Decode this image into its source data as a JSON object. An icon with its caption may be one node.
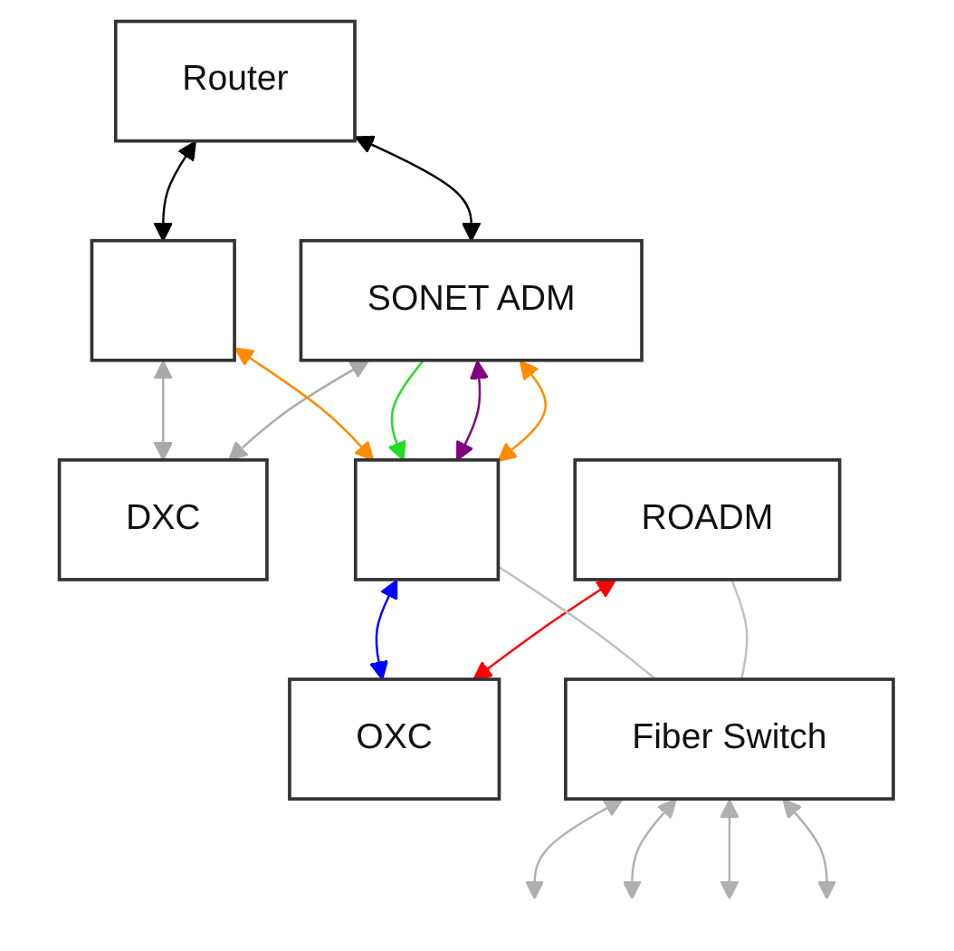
{
  "diagram": {
    "nodes": [
      {
        "text": [
          "Router"
        ]
      },
      {
        "text": [],
        "shape": "box"
      },
      {
        "text": [
          "SONET ADM"
        ]
      },
      {
        "text": [
          "DXC"
        ]
      },
      {
        "text": [],
        "shape": "box"
      },
      {
        "text": [
          "ROADM"
        ]
      },
      {
        "text": [
          "OXC"
        ]
      },
      {
        "text": [
          "Fiber Switch"
        ]
      }
    ],
    "edges": [
      {
        "from": 0,
        "to": 1,
        "arrow": "both",
        "color": "#000000"
      },
      {
        "from": 0,
        "to": 2,
        "arrow": "both",
        "color": "#000000"
      },
      {
        "from": 1,
        "to": 3,
        "arrow": "both",
        "color": "#aaaaaa"
      },
      {
        "from": 2,
        "to": 3,
        "arrow": "both",
        "color": "#aaaaaa"
      },
      {
        "from": 1,
        "to": 4,
        "arrow": "both",
        "color": "#ff8c00"
      },
      {
        "from": 2,
        "to": 4,
        "arrow": "to",
        "color": "#22dd22"
      },
      {
        "from": 2,
        "to": 4,
        "arrow": "both",
        "color": "#800080"
      },
      {
        "from": 2,
        "to": 4,
        "arrow": "both",
        "color": "#ff8c00"
      },
      {
        "from": 4,
        "to": 6,
        "arrow": "both",
        "color": "#0000ff"
      },
      {
        "from": 5,
        "to": 6,
        "arrow": "both",
        "color": "#ff0000"
      },
      {
        "from": 4,
        "to": 7,
        "arrow": "none",
        "color": "#c0c0c0"
      },
      {
        "from": 5,
        "to": 7,
        "arrow": "none",
        "color": "#c0c0c0"
      },
      {
        "from": null,
        "to": 7,
        "arrow": "both",
        "color": "#b0b0b0"
      },
      {
        "from": null,
        "to": 7,
        "arrow": "both",
        "color": "#b0b0b0"
      },
      {
        "from": null,
        "to": 7,
        "arrow": "both",
        "color": "#b0b0b0"
      },
      {
        "from": null,
        "to": 7,
        "arrow": "both",
        "color": "#b0b0b0"
      }
    ]
  }
}
